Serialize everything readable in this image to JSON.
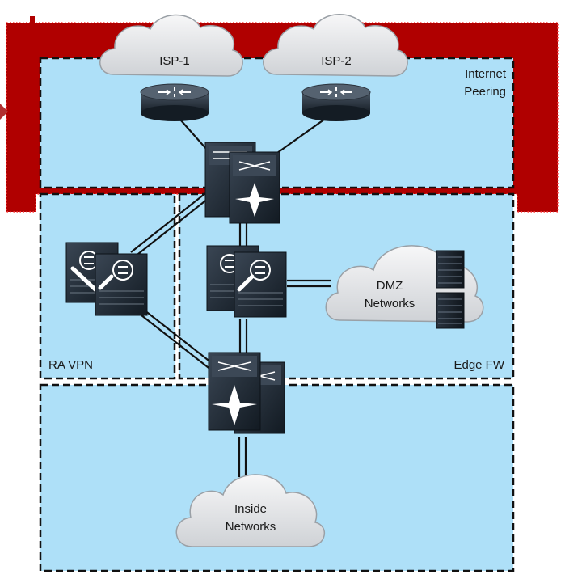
{
  "zones": {
    "internet_peering": {
      "line1": "Internet",
      "line2": "Peering"
    },
    "ra_vpn": {
      "label": "RA VPN"
    },
    "edge_fw": {
      "label": "Edge FW"
    },
    "inside": {
      "label": ""
    }
  },
  "clouds": {
    "isp1": {
      "label": "ISP-1"
    },
    "isp2": {
      "label": "ISP-2"
    },
    "dmz": {
      "line1": "DMZ",
      "line2": "Networks"
    },
    "inside": {
      "line1": "Inside",
      "line2": "Networks"
    }
  },
  "colors": {
    "zone_fill": "#aee0f8",
    "peering_band": "#b00000",
    "device_body": "#1e2a36",
    "cloud_fill": "#e9eaec",
    "link": "#111111"
  },
  "icons": {
    "isp1_router": "router-icon",
    "isp2_router": "router-icon",
    "core_switch": "layer3-switch-icon",
    "ravpn_firewall": "firewall-icon",
    "edge_firewall": "firewall-icon",
    "inside_switch": "layer3-switch-icon",
    "dmz_servers": "server-icon"
  }
}
